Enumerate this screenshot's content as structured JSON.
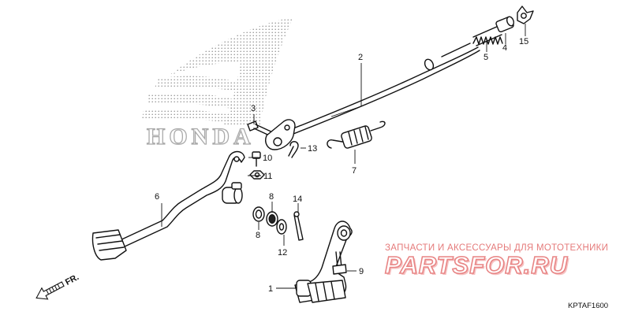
{
  "logo": {
    "wordmark": "HONDA"
  },
  "callouts": [
    {
      "id": "1",
      "label": "1"
    },
    {
      "id": "2",
      "label": "2"
    },
    {
      "id": "3",
      "label": "3"
    },
    {
      "id": "4",
      "label": "4"
    },
    {
      "id": "5",
      "label": "5"
    },
    {
      "id": "6",
      "label": "6"
    },
    {
      "id": "7",
      "label": "7"
    },
    {
      "id": "8a",
      "label": "8"
    },
    {
      "id": "8b",
      "label": "8"
    },
    {
      "id": "9",
      "label": "9"
    },
    {
      "id": "10",
      "label": "10"
    },
    {
      "id": "11",
      "label": "11"
    },
    {
      "id": "12",
      "label": "12"
    },
    {
      "id": "13",
      "label": "13"
    },
    {
      "id": "14",
      "label": "14"
    },
    {
      "id": "15",
      "label": "15"
    }
  ],
  "direction": {
    "label": "FR."
  },
  "diagram_code": "KPTAF1600",
  "watermark": {
    "caption": "ЗАПЧАСТИ И АКСЕССУАРЫ ДЛЯ МОТОТЕХНИКИ",
    "brand": "PARTSFOR.RU"
  },
  "colors": {
    "line": "#111111",
    "logo_dots": "#9a9a9a",
    "watermark": "#e57a7a"
  }
}
